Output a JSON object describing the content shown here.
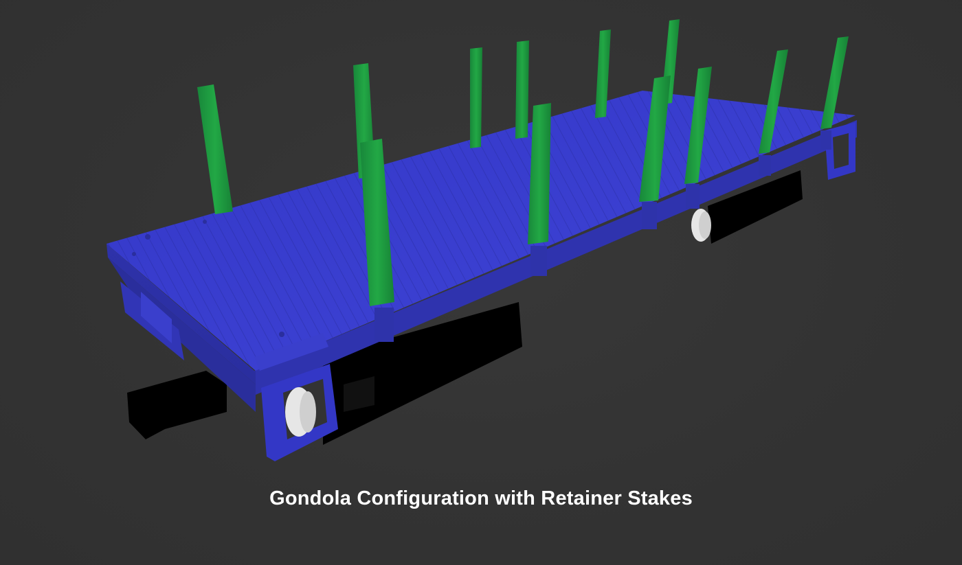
{
  "scene": {
    "caption": "Gondola Configuration with Retainer Stakes",
    "colors": {
      "background": "#333333",
      "deck": "#3a3fcc",
      "deck_top": "#3b3fd0",
      "deck_side": "#2e33a8",
      "stakes": "#1f9e3c",
      "trucks": "#000000",
      "wheels": "#e6e6e6"
    },
    "parts": [
      "flatcar-deck",
      "retainer-stakes",
      "truck-assemblies",
      "wheels",
      "couplers"
    ]
  }
}
